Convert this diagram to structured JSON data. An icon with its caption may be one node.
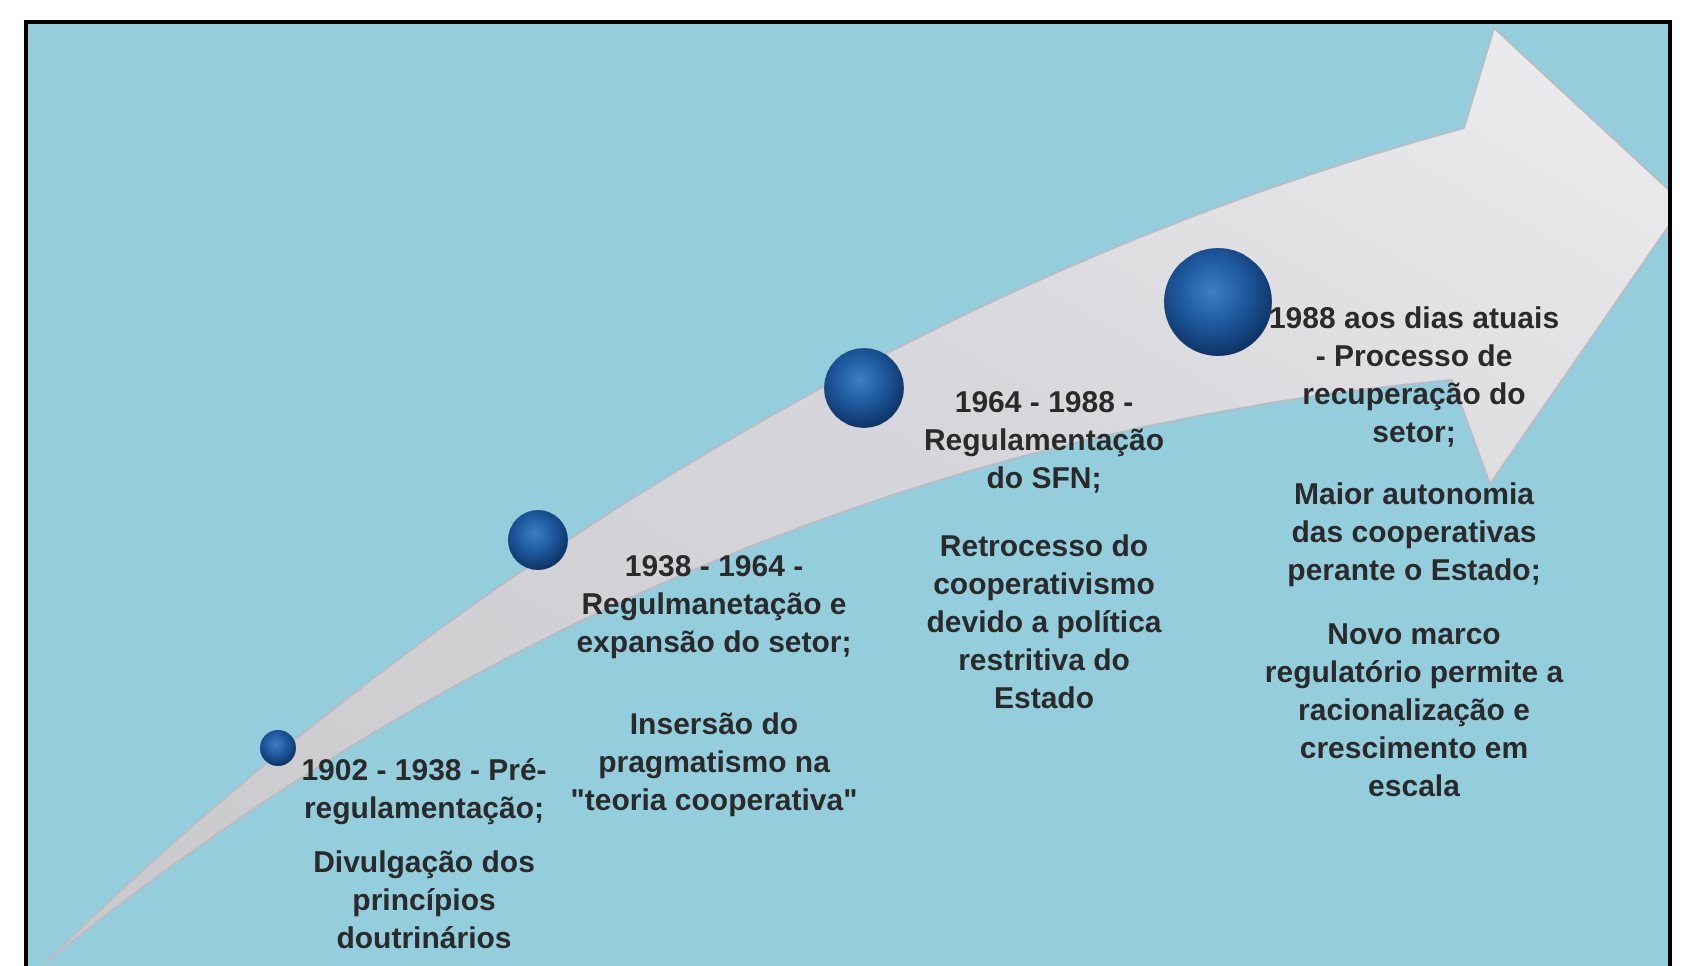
{
  "diagram": {
    "nodes": [
      {
        "text": [],
        "shape": "circle",
        "beside": [
          "1902 - 1938 - Pré-regulamentação;",
          "Divulgação dos princípios doutrinários"
        ]
      },
      {
        "text": [],
        "shape": "circle",
        "beside": [
          "1938 - 1964 - Regulmanetação e expansão do setor;",
          "Insersão do pragmatismo na \"teoria cooperativa\""
        ]
      },
      {
        "text": [],
        "shape": "circle",
        "beside": [
          "1964 - 1988 - Regulamentação do SFN;",
          "Retrocesso  do cooperativismo devido a política restritiva do Estado"
        ]
      },
      {
        "text": [],
        "shape": "circle",
        "beside": [
          "1988 aos dias atuais - Processo de recuperação do setor;",
          "Maior autonomia das cooperativas perante o Estado;",
          "Novo marco regulatório permite a racionalização e crescimento em escala"
        ]
      }
    ]
  }
}
